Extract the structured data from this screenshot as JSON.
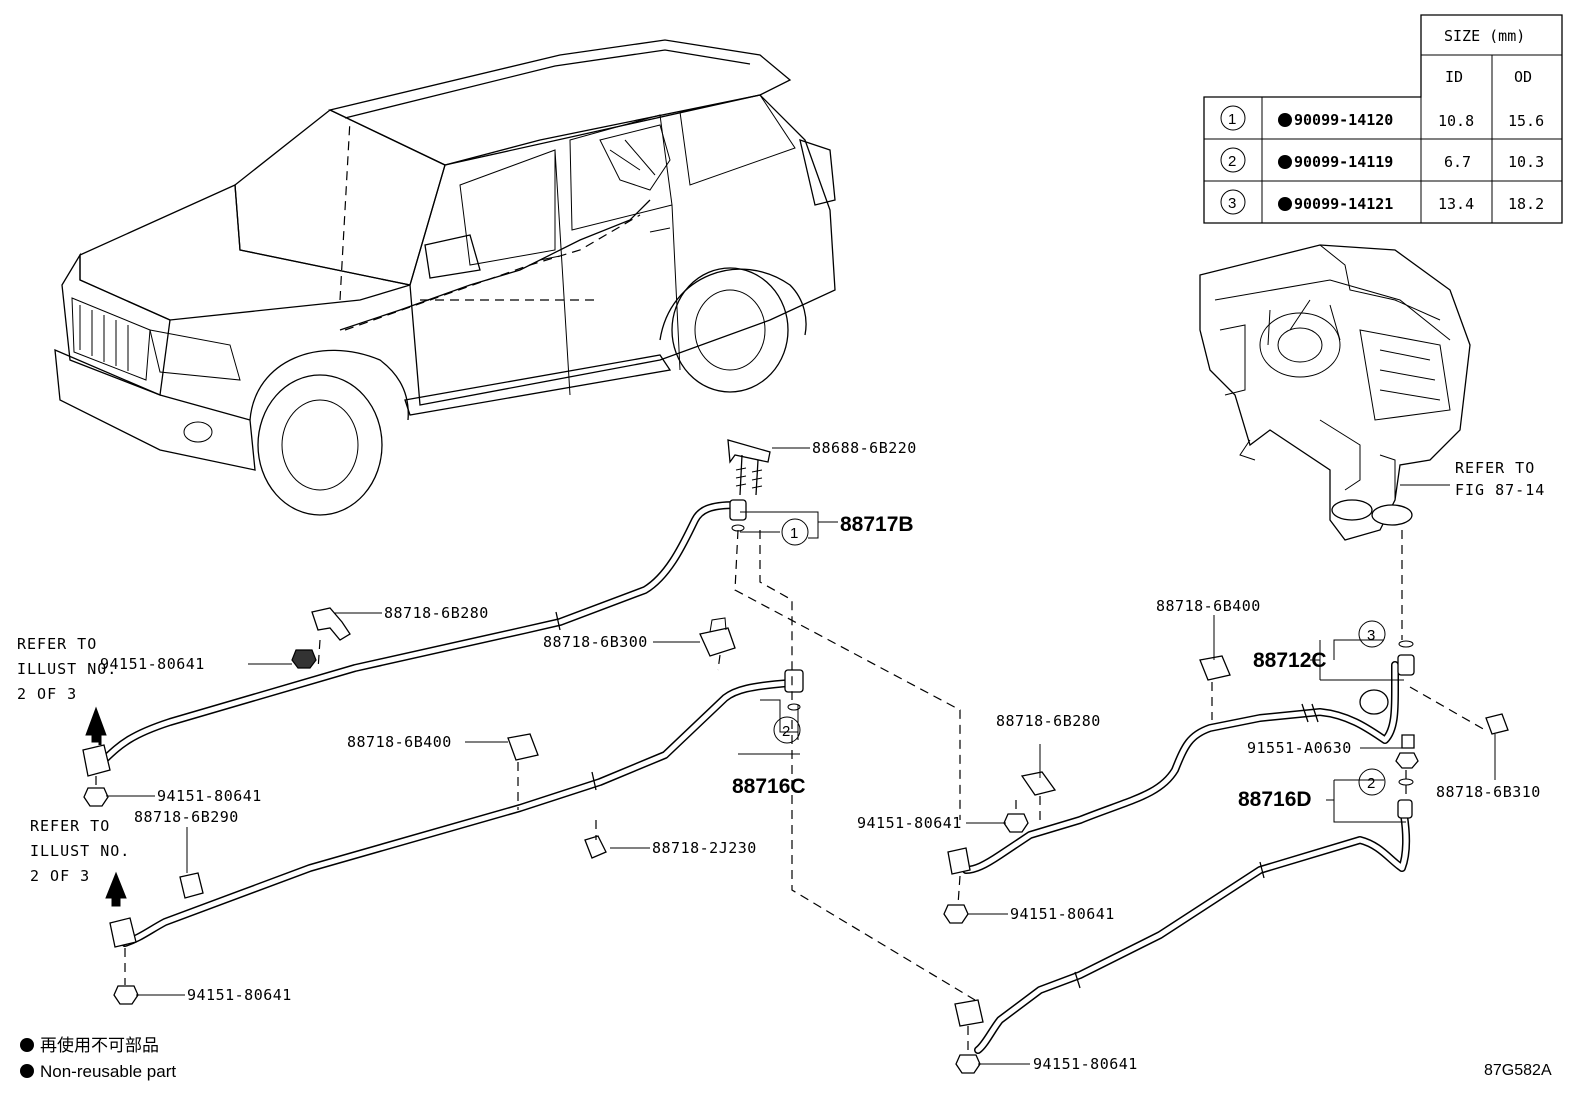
{
  "diagram_code": "87G582A",
  "size_table": {
    "header": "SIZE (mm)",
    "col_id": "ID",
    "col_od": "OD",
    "rows": [
      {
        "ref": "1",
        "part": "90099-14120",
        "id": "10.8",
        "od": "15.6"
      },
      {
        "ref": "2",
        "part": "90099-14119",
        "id": "6.7",
        "od": "10.3"
      },
      {
        "ref": "3",
        "part": "90099-14121",
        "id": "13.4",
        "od": "18.2"
      }
    ]
  },
  "refer": {
    "left_top": [
      "REFER TO",
      "ILLUST NO.",
      "2 OF 3"
    ],
    "left_bottom": [
      "REFER TO",
      "ILLUST NO.",
      "2 OF 3"
    ],
    "fig": [
      "REFER TO",
      "FIG 87-14"
    ]
  },
  "part_labels": {
    "p88688_6B220": "88688-6B220",
    "p88717B": "88717B",
    "p88718_6B280_a": "88718-6B280",
    "p88718_6B300": "88718-6B300",
    "p94151_a": "94151-80641",
    "p94151_b": "94151-80641",
    "p88718_6B290": "88718-6B290",
    "p94151_c": "94151-80641",
    "p88718_6B400_a": "88718-6B400",
    "p88716C": "88716C",
    "p88718_2J230": "88718-2J230",
    "p88718_6B400_b": "88718-6B400",
    "p88712C": "88712C",
    "p88718_6B280_b": "88718-6B280",
    "p91551": "91551-A0630",
    "p88718_6B310": "88718-6B310",
    "p88716D": "88716D",
    "p94151_d": "94151-80641",
    "p94151_e": "94151-80641",
    "p94151_f": "94151-80641"
  },
  "callouts": {
    "c1": "1",
    "c2a": "2",
    "c2b": "2",
    "c3": "3"
  },
  "legend": {
    "line1": "再使用不可部品",
    "line2": "Non-reusable part"
  }
}
